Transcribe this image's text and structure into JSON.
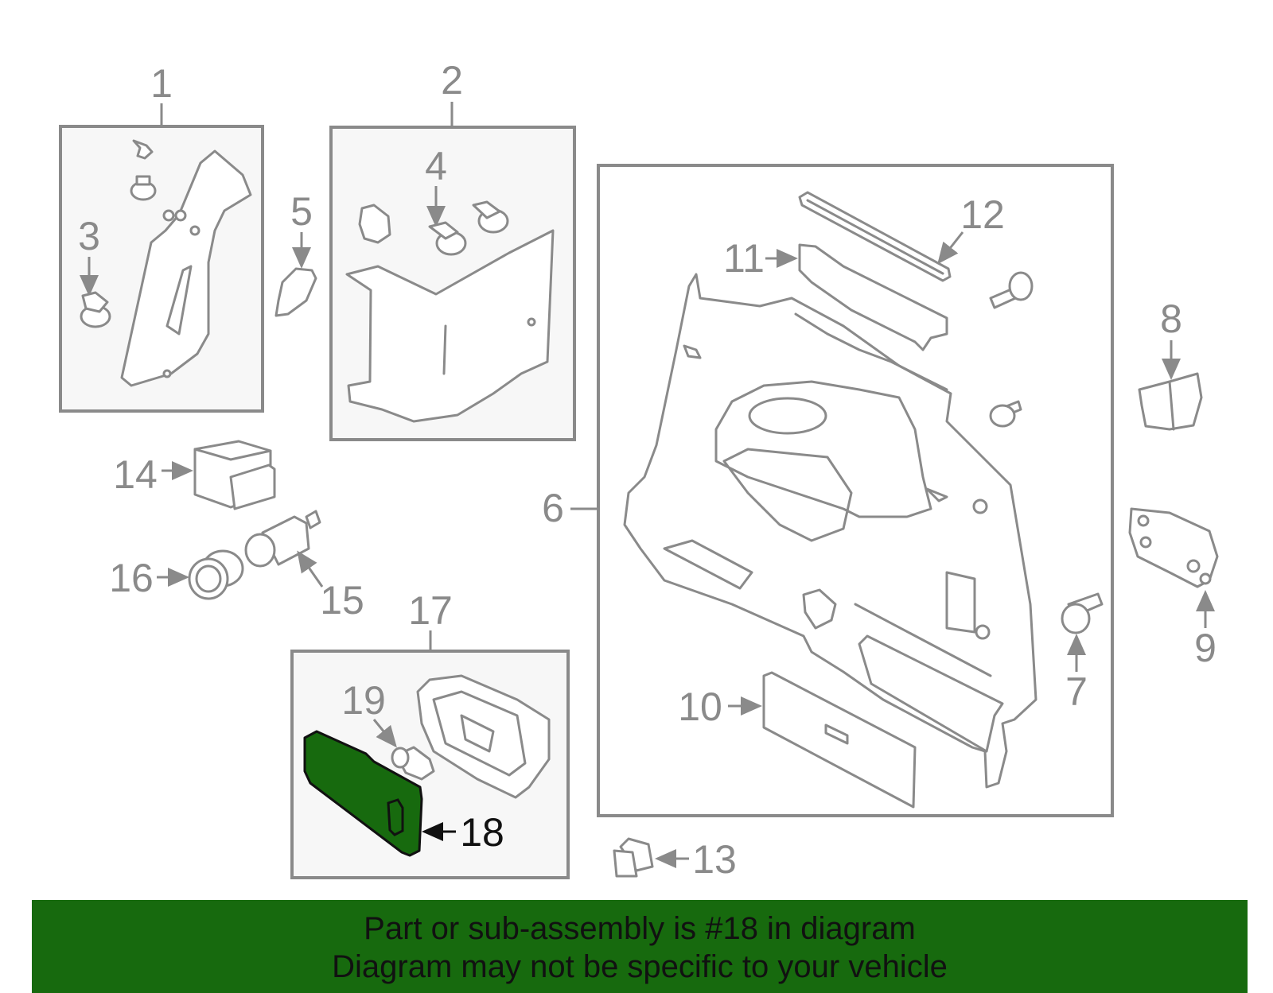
{
  "diagram": {
    "highlight_color": "#176a0e",
    "line_color": "#8a8a8a",
    "callouts": {
      "c1": "1",
      "c2": "2",
      "c3": "3",
      "c4": "4",
      "c5": "5",
      "c6": "6",
      "c7": "7",
      "c8": "8",
      "c9": "9",
      "c10": "10",
      "c11": "11",
      "c12": "12",
      "c13": "13",
      "c14": "14",
      "c15": "15",
      "c16": "16",
      "c17": "17",
      "c18": "18",
      "c19": "19"
    }
  },
  "banner": {
    "line1": "Part or sub-assembly is #18 in diagram",
    "line2": "Diagram may not be specific to your vehicle"
  }
}
